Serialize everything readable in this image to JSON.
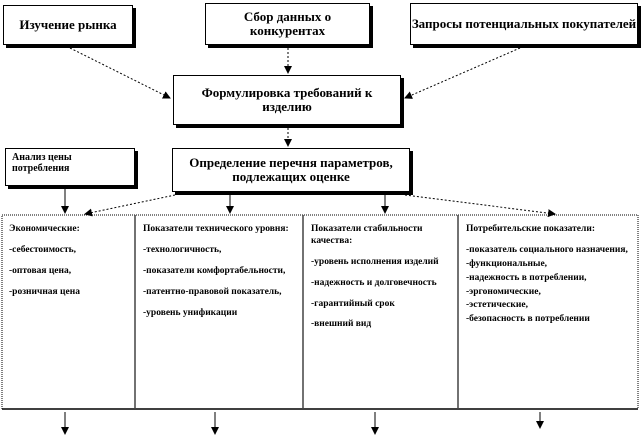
{
  "top_boxes": [
    "Изучение рынка",
    "Сбор данных о конкурентах",
    "Запросы потенциальных покупателей"
  ],
  "requirements_box": "Формулировка требований к изделию",
  "price_analysis_box": "Анализ цены потребления",
  "parameters_box": "Определение перечня параметров, подлежащих оценке",
  "columns": [
    {
      "title": "Экономические:",
      "items": [
        "-себестоимость,",
        "-оптовая цена,",
        "-розничная цена"
      ]
    },
    {
      "title": "Показатели технического уровня:",
      "items": [
        "-технологичность,",
        "-показатели комфортабельности,",
        "-патентно-правовой показатель,",
        "-уровень унификации"
      ]
    },
    {
      "title": "Показатели стабильности качества:",
      "items": [
        "-уровень исполнения изделий",
        "-надежность и долговечность",
        "-гарантийный срок",
        "-внешний вид"
      ]
    },
    {
      "title": "Потребительские показатели:",
      "items": [
        "-показатель социального назначения,",
        "-функциональные,",
        "-надежность в потреблении,",
        "-эргономические,",
        "-эстетические,",
        "-безопасность в потреблении"
      ]
    }
  ]
}
